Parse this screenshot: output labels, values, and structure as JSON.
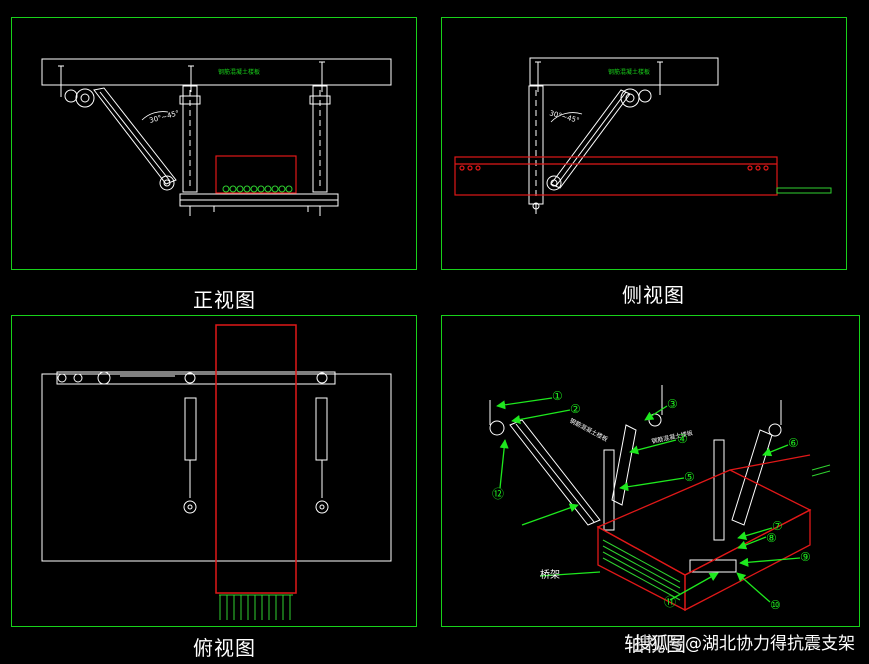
{
  "views": {
    "front": {
      "caption": "正视图",
      "slab_label": "钢筋混凝土楼板",
      "angle_label": "30°~45°"
    },
    "side": {
      "caption": "侧视图",
      "slab_label": "钢筋混凝土楼板",
      "angle_label": "30°~45°"
    },
    "top": {
      "caption": "俯视图"
    },
    "iso": {
      "caption": "轴视图",
      "label_tray": "桥架",
      "label_slab_a": "钢筋混凝土楼板",
      "label_slab_b": "钢筋混凝土楼板",
      "callouts": [
        "①",
        "②",
        "③",
        "④",
        "⑤",
        "⑥",
        "⑦",
        "⑧",
        "⑨",
        "⑩",
        "⑪",
        "⑫"
      ]
    }
  },
  "watermark": "搜狐号@湖北协力得抗震支架",
  "colors": {
    "frame": "#18d21a",
    "line": "#ffffff",
    "tray": "#e01818",
    "cable": "#2fd12f",
    "callout": "#1ee81e",
    "bg": "#000000"
  }
}
